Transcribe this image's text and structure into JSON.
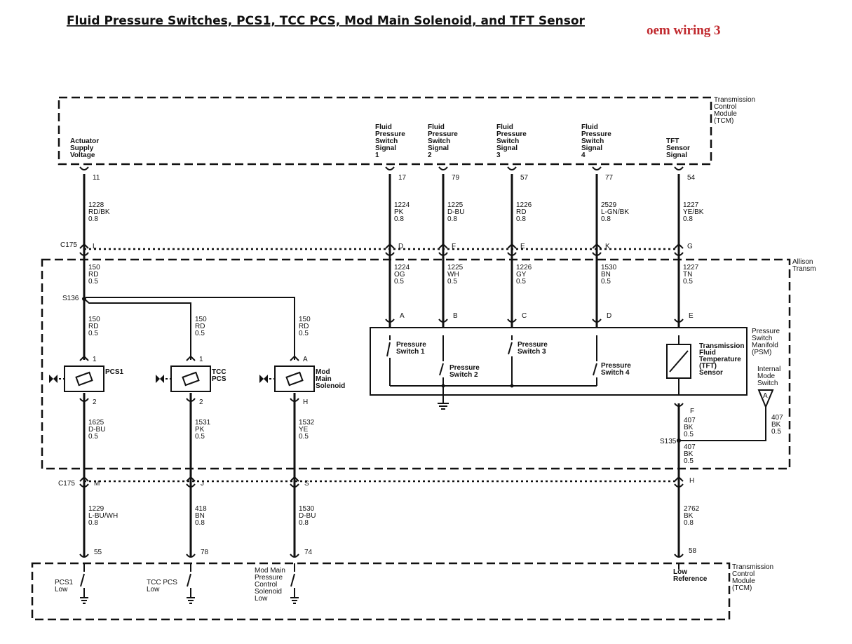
{
  "title": "Fluid Pressure Switches, PCS1, TCC PCS, Mod Main Solenoid, and TFT Sensor",
  "tag": "oem wiring 3",
  "colors": {
    "tag": "#c0282d",
    "line": "#111111"
  },
  "modules": {
    "tcm_top": [
      "Transmission",
      "Control",
      "Module",
      "(TCM)"
    ],
    "transmission": [
      "Allison",
      "Transm"
    ],
    "psm": [
      "Pressure",
      "Switch",
      "Manifold",
      "(PSM)"
    ],
    "tcm_bottom": [
      "Transmission",
      "Control",
      "Module",
      "(TCM)"
    ]
  },
  "top_signals": [
    {
      "lines": [
        "Actuator",
        "Supply",
        "Voltage"
      ],
      "pin": "11",
      "wire": [
        "1228",
        "RD/BK",
        "0.8"
      ],
      "c175": "L",
      "inner": [
        "150",
        "RD",
        "0.5"
      ]
    },
    {
      "lines": [
        "Fluid",
        "Pressure",
        "Switch",
        "Signal",
        "1"
      ],
      "pin": "17",
      "wire": [
        "1224",
        "PK",
        "0.8"
      ],
      "c175": "D",
      "inner": [
        "1224",
        "OG",
        "0.5"
      ],
      "psm_pin": "A"
    },
    {
      "lines": [
        "Fluid",
        "Pressure",
        "Switch",
        "Signal",
        "2"
      ],
      "pin": "79",
      "wire": [
        "1225",
        "D-BU",
        "0.8"
      ],
      "c175": "F",
      "inner": [
        "1225",
        "WH",
        "0.5"
      ],
      "psm_pin": "B"
    },
    {
      "lines": [
        "Fluid",
        "Pressure",
        "Switch",
        "Signal",
        "3"
      ],
      "pin": "57",
      "wire": [
        "1226",
        "RD",
        "0.8"
      ],
      "c175": "E",
      "inner": [
        "1226",
        "GY",
        "0.5"
      ],
      "psm_pin": "C"
    },
    {
      "lines": [
        "Fluid",
        "Pressure",
        "Switch",
        "Signal",
        "4"
      ],
      "pin": "77",
      "wire": [
        "2529",
        "L-GN/BK",
        "0.8"
      ],
      "c175": "K",
      "inner": [
        "1530",
        "BN",
        "0.5"
      ],
      "psm_pin": "D"
    },
    {
      "lines": [
        "TFT",
        "Sensor",
        "Signal"
      ],
      "pin": "54",
      "wire": [
        "1227",
        "YE/BK",
        "0.8"
      ],
      "c175": "G",
      "inner": [
        "1227",
        "TN",
        "0.5"
      ],
      "psm_pin": "E"
    }
  ],
  "connector_c175": "C175",
  "splice_s136": "S136",
  "splice_s135": "S135",
  "solenoids": [
    {
      "feed": [
        "150",
        "RD",
        "0.5"
      ],
      "pin_top": "1",
      "name": [
        "PCS1"
      ],
      "pin_bottom": "2",
      "out": [
        "1625",
        "D-BU",
        "0.5"
      ],
      "c175": "M",
      "low": [
        "1229",
        "L-BU/WH",
        "0.8"
      ],
      "tcm_pin": "55",
      "tcm_label": [
        "PCS1",
        "Low"
      ]
    },
    {
      "feed": [
        "150",
        "RD",
        "0.5"
      ],
      "pin_top": "1",
      "name": [
        "TCC",
        "PCS"
      ],
      "pin_bottom": "2",
      "out": [
        "1531",
        "PK",
        "0.5"
      ],
      "c175": "J",
      "low": [
        "418",
        "BN",
        "0.8"
      ],
      "tcm_pin": "78",
      "tcm_label": [
        "TCC PCS",
        "Low"
      ]
    },
    {
      "feed": [
        "150",
        "RD",
        "0.5"
      ],
      "pin_top": "A",
      "name": [
        "Mod",
        "Main",
        "Solenoid"
      ],
      "pin_bottom": "H",
      "out": [
        "1532",
        "YE",
        "0.5"
      ],
      "c175": "S",
      "low": [
        "1530",
        "D-BU",
        "0.8"
      ],
      "tcm_pin": "74",
      "tcm_label": [
        "Mod Main",
        "Pressure",
        "Control",
        "Solenoid",
        "Low"
      ]
    }
  ],
  "psm_switches": [
    [
      "Pressure",
      "Switch 1"
    ],
    [
      "Pressure",
      "Switch 2"
    ],
    [
      "Pressure",
      "Switch 3"
    ],
    [
      "Pressure",
      "Switch 4"
    ]
  ],
  "tft_sensor": [
    "Transmission",
    "Fluid",
    "Temperature",
    "(TFT)",
    "Sensor"
  ],
  "internal_mode_switch": {
    "label": [
      "Internal",
      "Mode",
      "Switch"
    ],
    "pin": "A",
    "wire": [
      "407",
      "BK",
      "0.5"
    ]
  },
  "tft_ground": {
    "pin": "F",
    "wire1": [
      "407",
      "BK",
      "0.5"
    ],
    "wire2": [
      "407",
      "BK",
      "0.5"
    ],
    "c175": "H",
    "wire3": [
      "2762",
      "BK",
      "0.8"
    ],
    "tcm_pin": "58",
    "tcm_label": [
      "Low",
      "Reference"
    ]
  }
}
